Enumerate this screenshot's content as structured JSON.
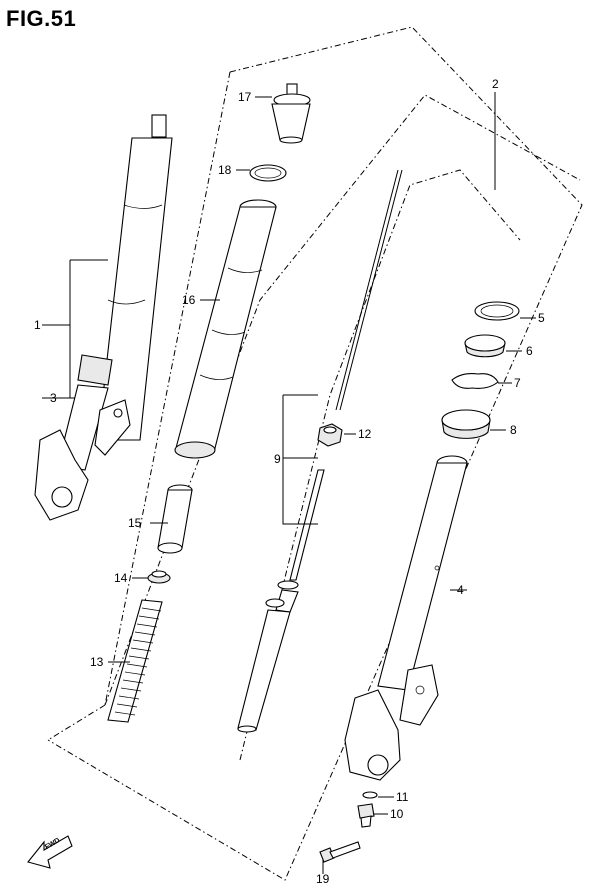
{
  "figure": {
    "title": "FIG.51",
    "fwd_label": "FWD"
  },
  "callouts": {
    "c1": "1",
    "c2": "2",
    "c3": "3",
    "c4": "4",
    "c5": "5",
    "c6": "6",
    "c7": "7",
    "c8": "8",
    "c9": "9",
    "c10": "10",
    "c11": "11",
    "c12": "12",
    "c13": "13",
    "c14": "14",
    "c15": "15",
    "c16": "16",
    "c17": "17",
    "c18": "18",
    "c19": "19"
  }
}
